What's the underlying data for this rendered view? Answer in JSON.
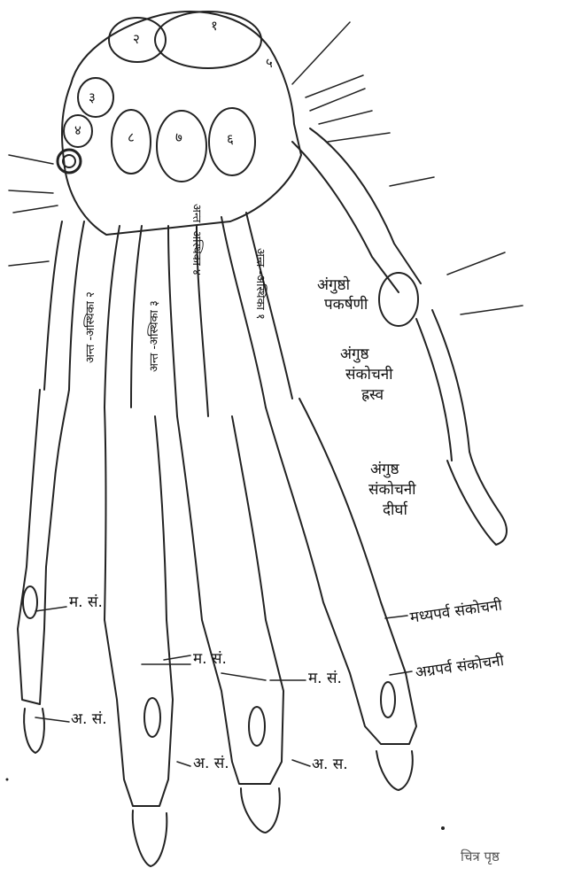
{
  "figure": {
    "carpal_numbers": [
      "१",
      "२",
      "३",
      "४",
      "५",
      "६",
      "७",
      "८"
    ],
    "interossei": [
      "अन्त -अस्थिका २",
      "अन्त -अस्थिका ३",
      "अन्त -अस्थिका ४",
      "अन्त -अस्थिका १"
    ],
    "thumb_muscles": {
      "adductor": [
        "अंगुष्ठो",
        "पकर्षणी"
      ],
      "flexor_brevis": [
        "अंगुष्ठ",
        "संकोचनी",
        "ह्रस्व"
      ],
      "flexor_longus": [
        "अंगुष्ठ",
        "संकोचनी",
        "दीर्घा"
      ]
    },
    "finger_labels": {
      "middle_phalanx_abbr": "म. सं.",
      "distal_phalanx_abbr": "अ. सं.",
      "distal_phalanx_abbr_alt": "अ. स.",
      "middle_flexor": "मध्यपर्व संकोचनी",
      "distal_flexor": "अग्रपर्व संकोचनी"
    },
    "caption_fragment": "चित्र पृष्ठ"
  }
}
